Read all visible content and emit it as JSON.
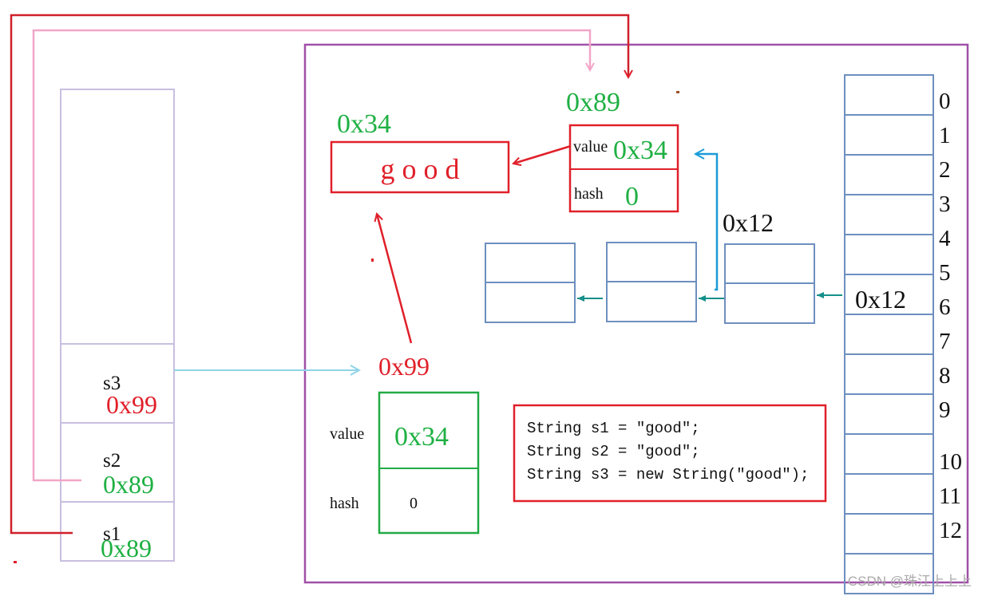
{
  "colors": {
    "red": "#e0202a",
    "darkred": "#d0202a",
    "green": "#1fb043",
    "greenbox": "#22aa44",
    "purple": "#a050a8",
    "lavender": "#c8bfe0",
    "steel": "#6d8fbf",
    "pink": "#f2a6c8",
    "lightblue": "#8fd4e8",
    "blue": "#1a9bd8",
    "teal": "#15908a",
    "black": "#111111",
    "gray": "#aaaaaa"
  },
  "stack": {
    "s3": {
      "name": "s3",
      "ref": "0x99"
    },
    "s2": {
      "name": "s2",
      "ref": "0x89"
    },
    "s1": {
      "name": "s1",
      "ref": "0x89"
    }
  },
  "good_object": {
    "address": "0x34",
    "content": "g o o d"
  },
  "pool_string": {
    "address": "0x89",
    "value_label": "value",
    "value": "0x34",
    "hash_label": "hash",
    "hash": "0"
  },
  "new_string": {
    "address": "0x99",
    "value_label": "value",
    "value": "0x34",
    "hash_label": "hash",
    "hash": "0"
  },
  "chain": {
    "node_address": "0x12"
  },
  "hashtable": {
    "indices": [
      "0",
      "1",
      "2",
      "3",
      "4",
      "5",
      "6",
      "7",
      "8",
      "9",
      "10",
      "11",
      "12"
    ],
    "slot6_value": "0x12"
  },
  "code": [
    "String s1 = \"good\";",
    "String s2 = \"good\";",
    "String s3 = new String(\"good\");"
  ],
  "watermark": "CSDN @珠江上上上"
}
